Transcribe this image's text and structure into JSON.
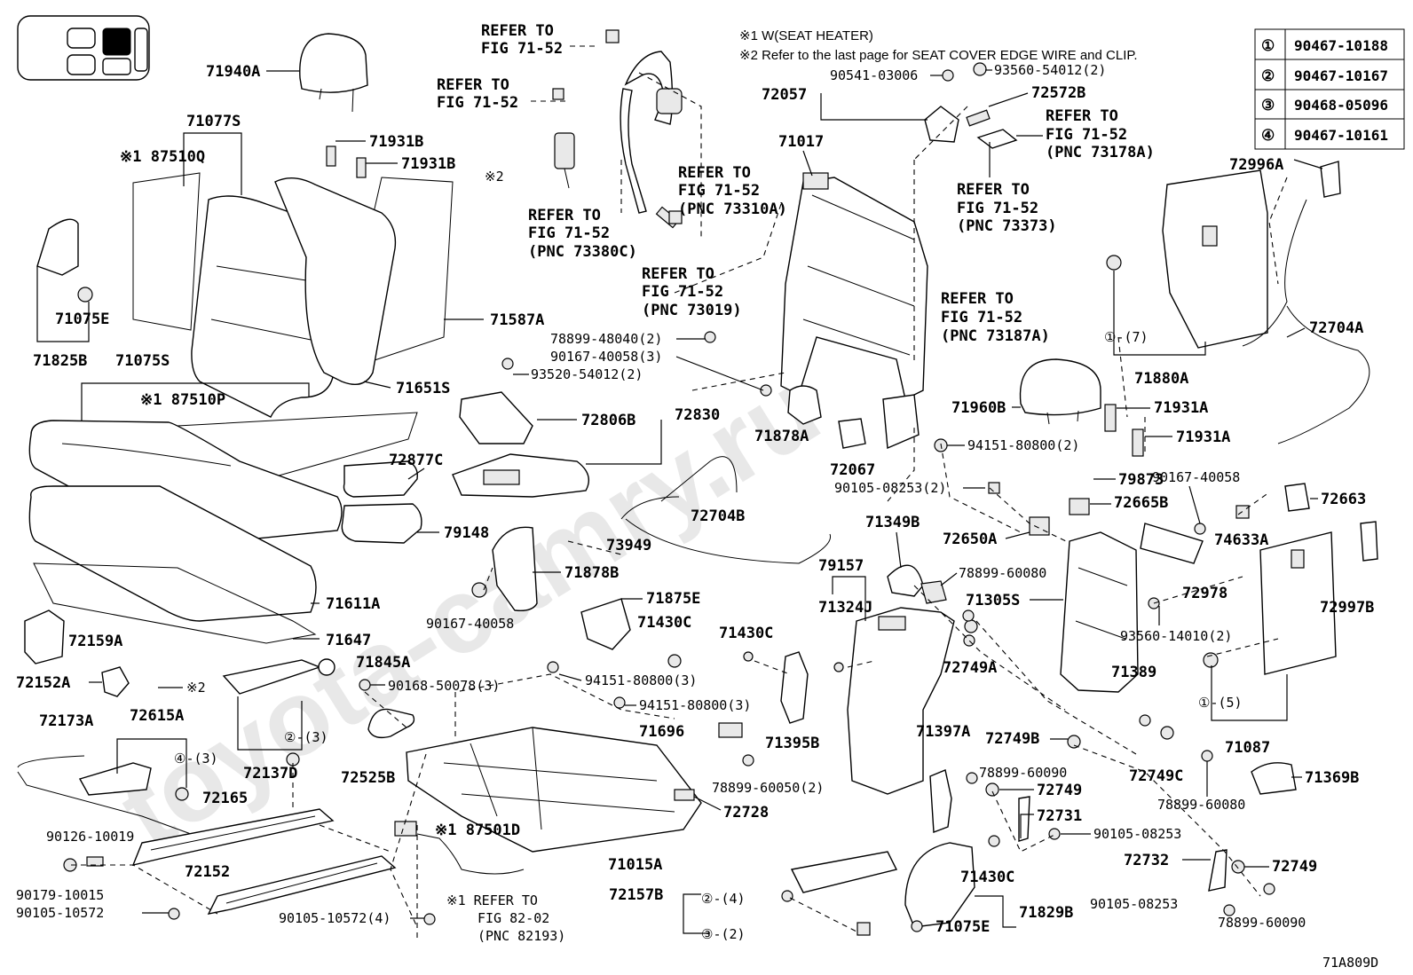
{
  "watermark": "toyota-camry.ru",
  "notes": [
    "※1  W(SEAT  HEATER)",
    "※2  Refer to the last page for  SEAT COVER EDGE WIRE and CLIP."
  ],
  "legend": [
    {
      "num": "①",
      "code": "90467-10188"
    },
    {
      "num": "②",
      "code": "90467-10167"
    },
    {
      "num": "③",
      "code": "90468-05096"
    },
    {
      "num": "④",
      "code": "90467-10161"
    }
  ],
  "figure_id": "71A809D",
  "labels": {
    "l71940A": "71940A",
    "l71077S": "71077S",
    "l87510Q": "※1 87510Q",
    "l71931B_a": "71931B",
    "l71931B_b": "71931B",
    "x2_a": "※2",
    "l71825B": "71825B",
    "l71075E_a": "71075E",
    "l71075S": "71075S",
    "l87510P": "※1 87510P",
    "l71587A": "71587A",
    "l71651S": "71651S",
    "ref1a": "REFER TO",
    "ref1b": "FIG 71-52",
    "ref2a": "REFER TO",
    "ref2b": "FIG 71-52",
    "ref3a": "REFER TO",
    "ref3b": "FIG 71-52",
    "ref3c": "(PNC 73310A)",
    "ref4a": "REFER TO",
    "ref4b": "FIG 71-52",
    "ref4c": "(PNC 73380C)",
    "ref5a": "REFER TO",
    "ref5b": "FIG 71-52",
    "ref5c": "(PNC 73019)",
    "l78899_48040": "78899-48040(2)",
    "l90167_40058_3": "90167-40058(3)",
    "l93520": "93520-54012(2)",
    "l72806B": "72806B",
    "l72830": "72830",
    "l72877C": "72877C",
    "l79148": "79148",
    "l73949": "73949",
    "l71878B": "71878B",
    "l90167_40058_a": "90167-40058",
    "l71611A": "71611A",
    "l71647": "71647",
    "l72159A": "72159A",
    "l72152A": "72152A",
    "x2_b": "※2",
    "l71845A": "71845A",
    "l90168": "90168-50078(3)",
    "l72173A": "72173A",
    "l72615A": "72615A",
    "c4_3": "④-(3)",
    "c2_3": "②-(3)",
    "l72137D": "72137D",
    "l72525B": "72525B",
    "l72165": "72165",
    "l90126": "90126-10019",
    "l90179": "90179-10015",
    "l72152": "72152",
    "l90105_10572": "90105-10572",
    "l90105_10572_4": "90105-10572(4)",
    "l87501D": "※1 87501D",
    "ref82a": "※1 REFER TO",
    "ref82b": "FIG 82-02",
    "ref82c": "(PNC 82193)",
    "l71875E": "71875E",
    "l71430C_a": "71430C",
    "l94151_a": "94151-80800(3)",
    "l94151_b": "94151-80800(3)",
    "l71696": "71696",
    "l78899_60050": "78899-60050(2)",
    "l72728": "72728",
    "l71015A": "71015A",
    "l72157B": "72157B",
    "c2_4": "②-(4)",
    "c3_2": "③-(2)",
    "l72704B": "72704B",
    "l71878A": "71878A",
    "l72067": "72067",
    "l72057": "72057",
    "l90541": "90541-03006",
    "l93560_54012": "93560-54012(2)",
    "l72572B": "72572B",
    "l71017": "71017",
    "ref6a": "REFER TO",
    "ref6b": "FIG 71-52",
    "ref6c": "(PNC 73178A)",
    "ref7a": "REFER TO",
    "ref7b": "FIG 71-52",
    "ref7c": "(PNC 73373)",
    "ref8a": "REFER TO",
    "ref8b": "FIG 71-52",
    "ref8c": "(PNC 73187A)",
    "l94151_c": "94151-80800(2)",
    "l71960B": "71960B",
    "l71931A_a": "71931A",
    "l71931A_b": "71931A",
    "l72996A": "72996A",
    "l72704A": "72704A",
    "l71880A": "71880A",
    "c1_7": "①-(7)",
    "l79873": "79873",
    "l90167_40058_b": "90167-40058",
    "l90105_08253_2": "90105-08253(2)",
    "l72665B": "72665B",
    "l72663": "72663",
    "l72650A": "72650A",
    "l74633A": "74633A",
    "l71349B": "71349B",
    "l79157": "79157",
    "l78899_60080_a": "78899-60080",
    "l71305S": "71305S",
    "l72978": "72978",
    "l71324J": "71324J",
    "l72997B": "72997B",
    "l93560_14010": "93560-14010(2)",
    "l71430C_b": "71430C",
    "l72749A": "72749A",
    "l71389": "71389",
    "c1_5": "①-(5)",
    "l71395B": "71395B",
    "l71397A": "71397A",
    "l72749B": "72749B",
    "l72749C": "72749C",
    "l71087": "71087",
    "l78899_60090_a": "78899-60090",
    "l72749_a": "72749",
    "l78899_60080_b": "78899-60080",
    "l71369B": "71369B",
    "l72731": "72731",
    "l90105_08253_a": "90105-08253",
    "l71430C_c": "71430C",
    "l72732": "72732",
    "l72749_b": "72749",
    "l90105_08253_b": "90105-08253",
    "l78899_60090_b": "78899-60090",
    "l71075E_b": "71075E",
    "l71829B": "71829B"
  }
}
